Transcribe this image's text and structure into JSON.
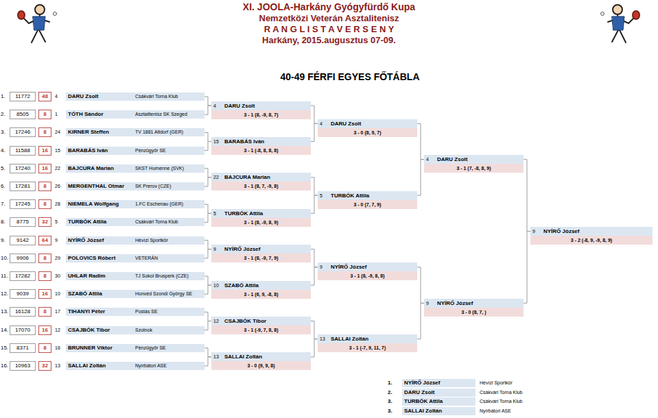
{
  "diagram": {
    "title": "XI. JOOLA-Harkány Gyógyfürdő Kupa",
    "nodes": [
      {
        "text": [
          "4",
          "DARU Zsolt",
          "Csákvári Torna Klub"
        ]
      },
      {
        "text": [
          "1",
          "TÓTH Sándor",
          "Asztalitenisz SK Szeged"
        ]
      },
      {
        "text": [
          "24",
          "KIRNER Steffen",
          "TV 1881 Altdorf (GER)"
        ]
      },
      {
        "text": [
          "15",
          "BARABÁS Iván",
          "Pénzügyőr SE"
        ]
      },
      {
        "text": [
          "22",
          "BAJCURA Marian",
          "SKST Humenne (SVK)"
        ]
      },
      {
        "text": [
          "26",
          "MERGENTHAL Otmar",
          "SK Prerov (CZE)"
        ]
      },
      {
        "text": [
          "28",
          "NIEMELA Wolfgang",
          "1.FC Eschenau (GER)"
        ]
      },
      {
        "text": [
          "5",
          "TURBÓK Attila",
          "Csákvári Torna Klub"
        ]
      },
      {
        "text": [
          "9",
          "NYÍRŐ József",
          "Hévízi Sportkör"
        ]
      },
      {
        "text": [
          "29",
          "POLOVICS Róbert",
          "VETERÁN"
        ]
      },
      {
        "text": [
          "30",
          "UHLAR Radim",
          "TJ Sokol Brusperk (CZE)"
        ]
      },
      {
        "text": [
          "10",
          "SZABÓ Attila",
          "Honvéd Szondi György SE"
        ]
      },
      {
        "text": [
          "17",
          "TIHANYI Péter",
          "Postás SE"
        ]
      },
      {
        "text": [
          "12",
          "CSAJBÓK Tibor",
          "Szolnok"
        ]
      },
      {
        "text": [
          "16",
          "BRUNNER Viktor",
          "Pénzügyőr SE"
        ]
      },
      {
        "text": [
          "13",
          "SALLAI Zoltán",
          "Nyírbátori ASE"
        ]
      },
      {
        "text": [
          "4",
          "DARU Zsolt",
          "3 - 1 (8, -9, 8, 7)"
        ]
      },
      {
        "text": [
          "15",
          "BARABÁS Iván",
          "3 - 1 (-8, 8, 8, 8)"
        ]
      },
      {
        "text": [
          "22",
          "BAJCURA Marian",
          "3 - 1 (8, 7, -9, 8)"
        ]
      },
      {
        "text": [
          "5",
          "TURBÓK Attila",
          "3 - 1 (8, -9, 8, 9)"
        ]
      },
      {
        "text": [
          "9",
          "NYÍRŐ József",
          "3 - 1 (8, -9, 7, 9)"
        ]
      },
      {
        "text": [
          "10",
          "SZABÓ Attila",
          "3 - 1 (6, 9, -8, 8)"
        ]
      },
      {
        "text": [
          "12",
          "CSAJBÓK Tibor",
          "3 - 1 (-9, 7, 8, 8)"
        ]
      },
      {
        "text": [
          "13",
          "SALLAI Zoltán",
          "3 - 0 (9, 9, 8)"
        ]
      },
      {
        "text": [
          "4",
          "DARU Zsolt",
          "3 - 0 (8, 9, 7)"
        ]
      },
      {
        "text": [
          "5",
          "TURBÓK Attila",
          "3 - 0 (7, 7, 9)"
        ]
      },
      {
        "text": [
          "9",
          "NYÍRŐ József",
          "3 - 1 (8, -9, 8, 8)"
        ]
      },
      {
        "text": [
          "13",
          "SALLAI Zoltán",
          "3 - 1 (-7, 9, 11, 7)"
        ]
      },
      {
        "text": [
          "4",
          "DARU Zsolt",
          "3 - 1 (7, -8, 8, 9)"
        ]
      },
      {
        "text": [
          "9",
          "NYÍRŐ József",
          "3 - 0 (8, 7, )"
        ]
      },
      {
        "text": [
          "9",
          "NYÍRŐ József",
          "3 - 2 (-8, 9, -9, 8, 9)"
        ]
      }
    ],
    "edges": [
      {
        "from": 0,
        "to": 16,
        "arrow": "none"
      },
      {
        "from": 1,
        "to": 16,
        "arrow": "none"
      },
      {
        "from": 2,
        "to": 17,
        "arrow": "none"
      },
      {
        "from": 3,
        "to": 17,
        "arrow": "none"
      },
      {
        "from": 4,
        "to": 18,
        "arrow": "none"
      },
      {
        "from": 5,
        "to": 18,
        "arrow": "none"
      },
      {
        "from": 6,
        "to": 19,
        "arrow": "none"
      },
      {
        "from": 7,
        "to": 19,
        "arrow": "none"
      },
      {
        "from": 8,
        "to": 20,
        "arrow": "none"
      },
      {
        "from": 9,
        "to": 20,
        "arrow": "none"
      },
      {
        "from": 10,
        "to": 21,
        "arrow": "none"
      },
      {
        "from": 11,
        "to": 21,
        "arrow": "none"
      },
      {
        "from": 12,
        "to": 22,
        "arrow": "none"
      },
      {
        "from": 13,
        "to": 22,
        "arrow": "none"
      },
      {
        "from": 14,
        "to": 23,
        "arrow": "none"
      },
      {
        "from": 15,
        "to": 23,
        "arrow": "none"
      },
      {
        "from": 16,
        "to": 24,
        "arrow": "none"
      },
      {
        "from": 17,
        "to": 24,
        "arrow": "none"
      },
      {
        "from": 18,
        "to": 25,
        "arrow": "none"
      },
      {
        "from": 19,
        "to": 25,
        "arrow": "none"
      },
      {
        "from": 20,
        "to": 26,
        "arrow": "none"
      },
      {
        "from": 21,
        "to": 26,
        "arrow": "none"
      },
      {
        "from": 22,
        "to": 27,
        "arrow": "none"
      },
      {
        "from": 23,
        "to": 27,
        "arrow": "none"
      },
      {
        "from": 24,
        "to": 28,
        "arrow": "none"
      },
      {
        "from": 25,
        "to": 28,
        "arrow": "none"
      },
      {
        "from": 26,
        "to": 29,
        "arrow": "none"
      },
      {
        "from": 27,
        "to": 29,
        "arrow": "none"
      },
      {
        "from": 28,
        "to": 30,
        "arrow": "none"
      },
      {
        "from": 29,
        "to": 30,
        "arrow": "none"
      }
    ],
    "labels": [
      "Nemzetközi Veterán Asztalitenisz",
      "R A N G L I S T A V E R S E N Y",
      "Harkány, 2015.augusztus 07-09.",
      "40-49 FÉRFI EGYES FŐTÁBLA",
      "1.",
      "11772",
      "48",
      "2.",
      "8505",
      "8",
      "3.",
      "17246",
      "8",
      "4.",
      "11588",
      "16",
      "5.",
      "17240",
      "16",
      "6.",
      "17281",
      "8",
      "7.",
      "17245",
      "8",
      "8.",
      "8775",
      "32",
      "9.",
      "9142",
      "64",
      "10.",
      "9906",
      "8",
      "11.",
      "17282",
      "8",
      "12.",
      "9039",
      "16",
      "13.",
      "16128",
      "8",
      "14.",
      "17070",
      "16",
      "15.",
      "8371",
      "8",
      "16.",
      "10963",
      "32",
      "1.",
      "NYÍRŐ József",
      "Hévízi Sportkör",
      "2.",
      "DARU Zsolt",
      "Csákvári Torna Klub",
      "3.",
      "TURBÓK Attila",
      "Csákvári Torna Klub",
      "3.",
      "SALLAI Zoltán",
      "Nyírbátori ASE"
    ]
  }
}
